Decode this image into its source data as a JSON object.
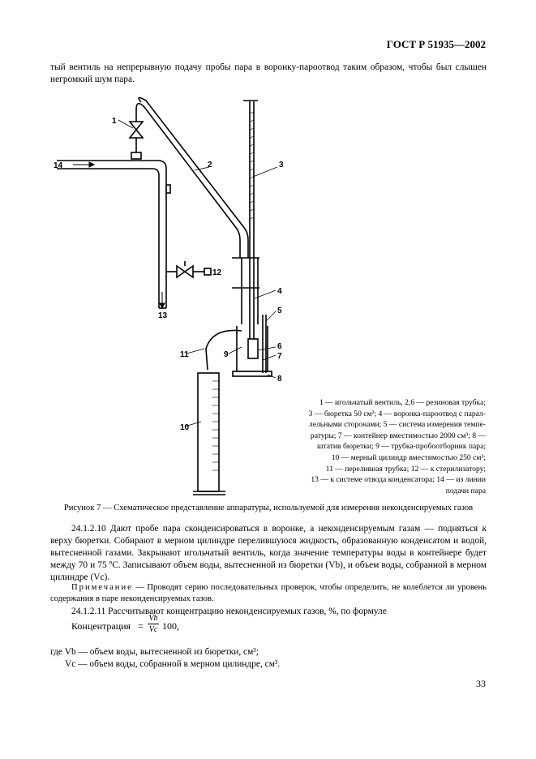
{
  "header": {
    "standard": "ГОСТ Р 51935—2002"
  },
  "intro_text": "тый вентиль на непрерывную подачу пробы пара в воронку-пароотвод таким образом, чтобы был слышен негромкий шум пара.",
  "figure": {
    "callouts": [
      "1",
      "2",
      "3",
      "4",
      "5",
      "6",
      "7",
      "8",
      "9",
      "10",
      "11",
      "12",
      "13",
      "14"
    ],
    "legend": [
      "1 — игольчатый вентиль, 2,6 — резиновая трубка;",
      "3 — бюретка 50 см³; 4 — воронка-пароотвод с парал-",
      "лельными сторонами; 5 — система измерения темпе-",
      "ратуры; 7 — контейнер вместимостью 2000 см³; 8 —",
      "штатив бюретки; 9 — трубка-пробоотборник пара;",
      "10 — мерный цилиндр вместимостью 250 см³;",
      "11 — переливная трубка; 12 — к стерилизатору;",
      "13 — к системе отвода конденсатора; 14 — из линии",
      "подачи пара"
    ],
    "caption": "Рисунок 7 — Схематическое представление аппаратуры, используемой для измерения неконденсируемых газов"
  },
  "para_24_1_2_10": "24.1.2.10 Дают пробе пара сконденсироваться в воронке, а неконденсируемым газам — подняться к верху бюретки. Собирают в мерном цилиндре перелившуюся жидкость, образованную конденсатом и водой, вытесненной газами. Закрывают игольчатый вентиль, когда значение температуры воды в контейнере будет между 70 и 75 ºС. Записывают объем воды, вытесненной из бюретки (Vb), и объем воды, собранной в мерном цилиндре (Vc).",
  "note": {
    "label": "Примечание",
    "text": " — Проводят серию последовательных проверок, чтобы определить, не колеблется ли уровень содержания в паре неконденсируемых газов."
  },
  "para_24_1_2_11": "24.1.2.11 Рассчитывают концентрацию неконденсируемых газов, %, по формуле",
  "formula": {
    "lhs": "Концентрация",
    "eq": "=",
    "numerator": "Vb",
    "denominator": "Vc",
    "factor": "100,"
  },
  "where": [
    "где Vb — объем воды, вытесненной из бюретки, см³;",
    "Vc — объем воды, собранной в мерном цилиндре, см³."
  ],
  "page_number": "33"
}
